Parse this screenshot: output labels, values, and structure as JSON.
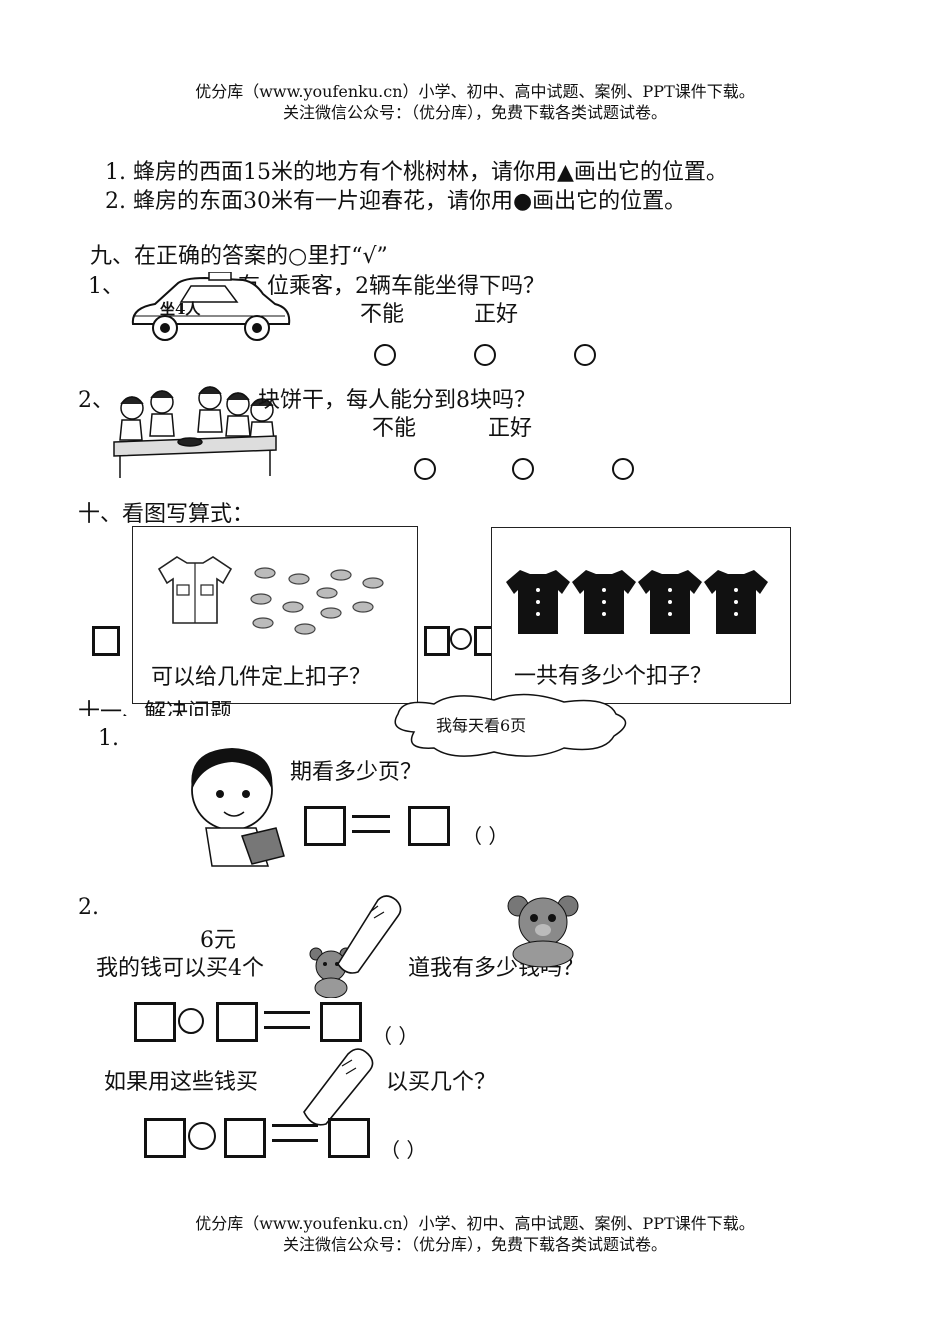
{
  "header": {
    "line1": "优分库（www.youfenku.cn）小学、初中、高中试题、案例、PPT课件下载。",
    "line2": "关注微信公众号：（优分库），免费下载各类试题试卷。"
  },
  "section8": {
    "item1": "1.  蜂房的西面15米的地方有个桃树林，请你用▲画出它的位置。",
    "item2": "2.  蜂房的东面30米有一片迎春花，请你用●画出它的位置。"
  },
  "section9": {
    "title": "九、在正确的答案的○里打“√”",
    "q1_num": "1、",
    "q1_text_visible": "有    位乘客，2辆车能坐得下吗？",
    "q1_car_label": "坐4人",
    "q1_opt_no": "不能",
    "q1_opt_exact": "正好",
    "q2_num": "2、",
    "q2_text_visible": "块饼干，每人能分到8块吗？",
    "q2_opt_no": "不能",
    "q2_opt_exact": "正好"
  },
  "section10": {
    "title": "十、看图写算式：",
    "panel1_caption": "可以给几件定上扣子？",
    "panel2_caption": "一共有多少个扣子？"
  },
  "section11": {
    "title": "十一、解决问题",
    "q1_num": "1.",
    "q1_bubble": "我每天看6页",
    "q1_text_visible": "期看多少页？",
    "paren": "（      ）",
    "q2_num": "2.",
    "q2_price": "6元",
    "q2_line1_a": "我的钱可以买4个",
    "q2_line1_b": "道我有多少钱吗？",
    "q2_line2_a": "如果用这些钱买",
    "q2_line2_b": "以买几个？"
  },
  "footer": {
    "line1": "优分库（www.youfenku.cn）小学、初中、高中试题、案例、PPT课件下载。",
    "line2": "关注微信公众号：（优分库），免费下载各类试题试卷。"
  }
}
